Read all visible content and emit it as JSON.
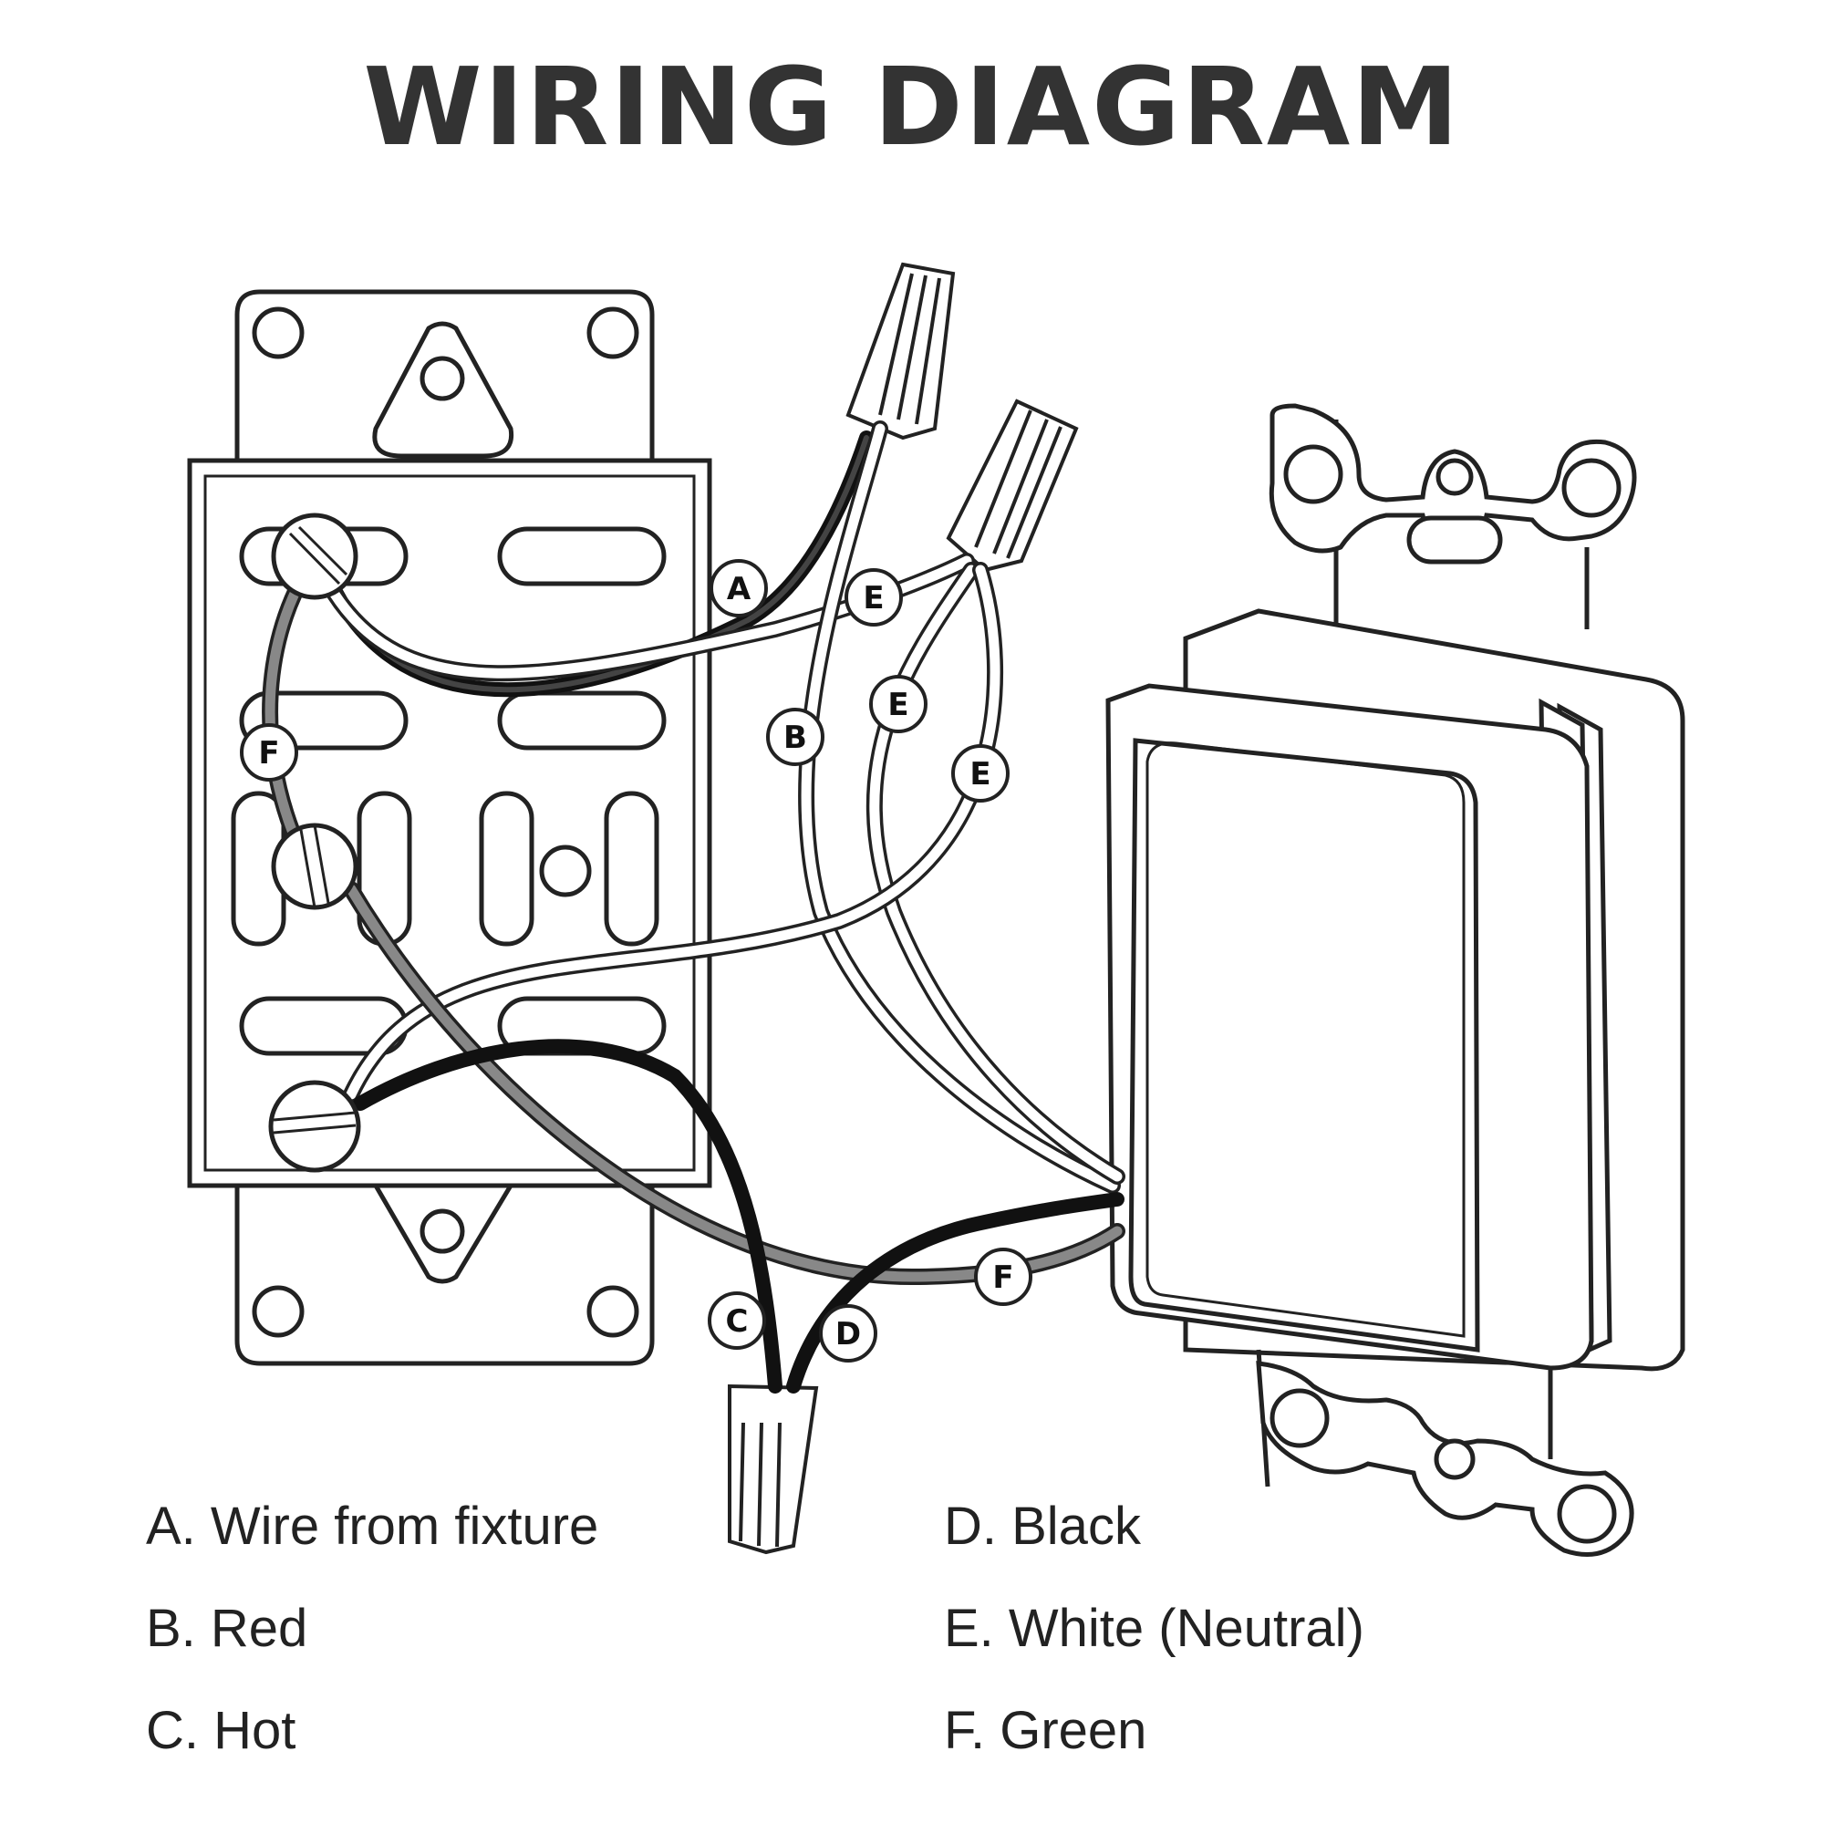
{
  "title": "WIRING DIAGRAM",
  "colors": {
    "black_wire": "#1a1a1a",
    "green_wire": "#7a7a7a",
    "white_wire": "#ffffff",
    "outline": "#222222"
  },
  "wire_labels": [
    "A",
    "B",
    "C",
    "D",
    "E",
    "F"
  ],
  "legend": [
    {
      "letter": "A",
      "text": "A. Wire from fixture"
    },
    {
      "letter": "B",
      "text": "B. Red"
    },
    {
      "letter": "C",
      "text": "C. Hot"
    },
    {
      "letter": "D",
      "text": "D. Black"
    },
    {
      "letter": "E",
      "text": "E. White (Neutral)"
    },
    {
      "letter": "F",
      "text": "F. Green"
    }
  ]
}
